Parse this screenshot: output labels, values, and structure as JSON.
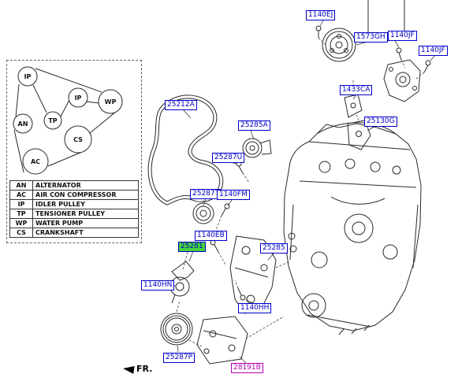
{
  "legend": {
    "nodes": [
      "IP",
      "IP",
      "WP",
      "AN",
      "TP",
      "CS",
      "AC"
    ],
    "entries": [
      {
        "code": "AN",
        "desc": "ALTERNATOR"
      },
      {
        "code": "AC",
        "desc": "AIR CON COMPRESSOR"
      },
      {
        "code": "IP",
        "desc": "IDLER PULLEY"
      },
      {
        "code": "TP",
        "desc": "TENSIONER PULLEY"
      },
      {
        "code": "WP",
        "desc": "WATER PUMP"
      },
      {
        "code": "CS",
        "desc": "CRANKSHAFT"
      }
    ]
  },
  "labels": [
    {
      "text": "1140EJ",
      "variant": "normal"
    },
    {
      "text": "1573GH",
      "variant": "normal"
    },
    {
      "text": "1140JF",
      "variant": "normal"
    },
    {
      "text": "1140JF",
      "variant": "normal"
    },
    {
      "text": "1433CA",
      "variant": "normal"
    },
    {
      "text": "25130G",
      "variant": "normal"
    },
    {
      "text": "25212A",
      "variant": "normal"
    },
    {
      "text": "25285A",
      "variant": "normal"
    },
    {
      "text": "25287U",
      "variant": "normal"
    },
    {
      "text": "25287T",
      "variant": "normal"
    },
    {
      "text": "1140FM",
      "variant": "normal"
    },
    {
      "text": "1140EB",
      "variant": "normal"
    },
    {
      "text": "25285",
      "variant": "normal"
    },
    {
      "text": "25281",
      "variant": "selected"
    },
    {
      "text": "1140HN",
      "variant": "normal"
    },
    {
      "text": "1140HH",
      "variant": "normal"
    },
    {
      "text": "25287P",
      "variant": "normal"
    },
    {
      "text": "28191B",
      "variant": "magenta"
    }
  ],
  "fr_label": "FR.",
  "colors": {
    "label_blue": "#0000c8",
    "selected_green": "#46d23c",
    "highlight_magenta": "#b800b8",
    "line_art": "#2a2a2a"
  }
}
